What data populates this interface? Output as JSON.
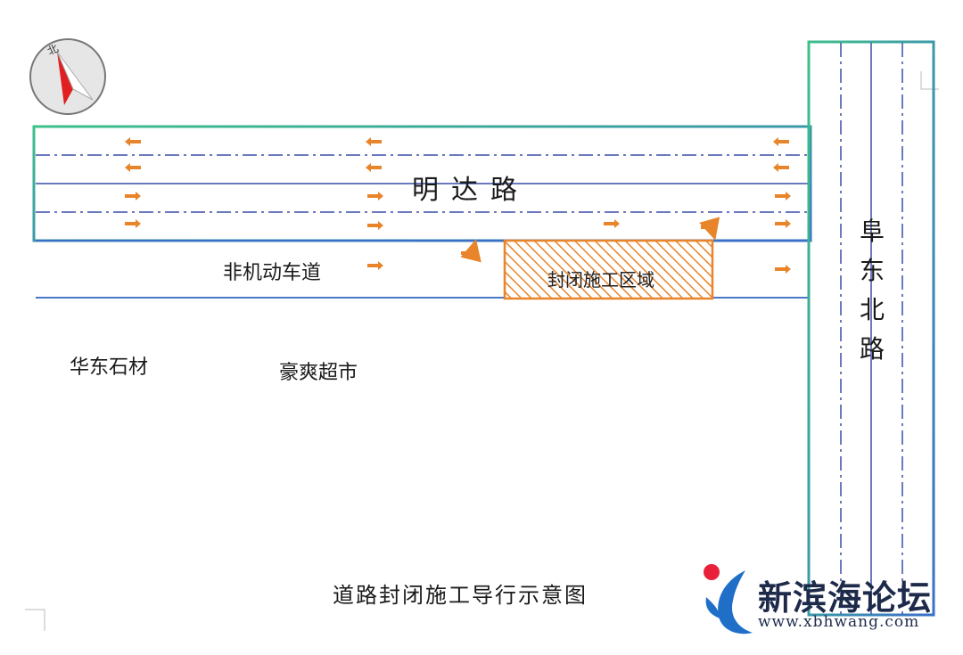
{
  "compass": {
    "north_label": "北"
  },
  "roads": {
    "main": "明达路",
    "side_lane": "非机动车道",
    "cross": "阜东北路"
  },
  "closure_zone": {
    "label": "封闭施工区域"
  },
  "places": [
    "华东石材",
    "豪爽超市"
  ],
  "caption": "道路封闭施工导行示意图",
  "logo": {
    "name": "新滨海论坛",
    "url": "www.xbhwang.com"
  },
  "colors": {
    "road_border": "#2fb8a0",
    "lane_line": "#3a4fa8",
    "arrow": "#e8842a",
    "zone": "#e8842a"
  }
}
